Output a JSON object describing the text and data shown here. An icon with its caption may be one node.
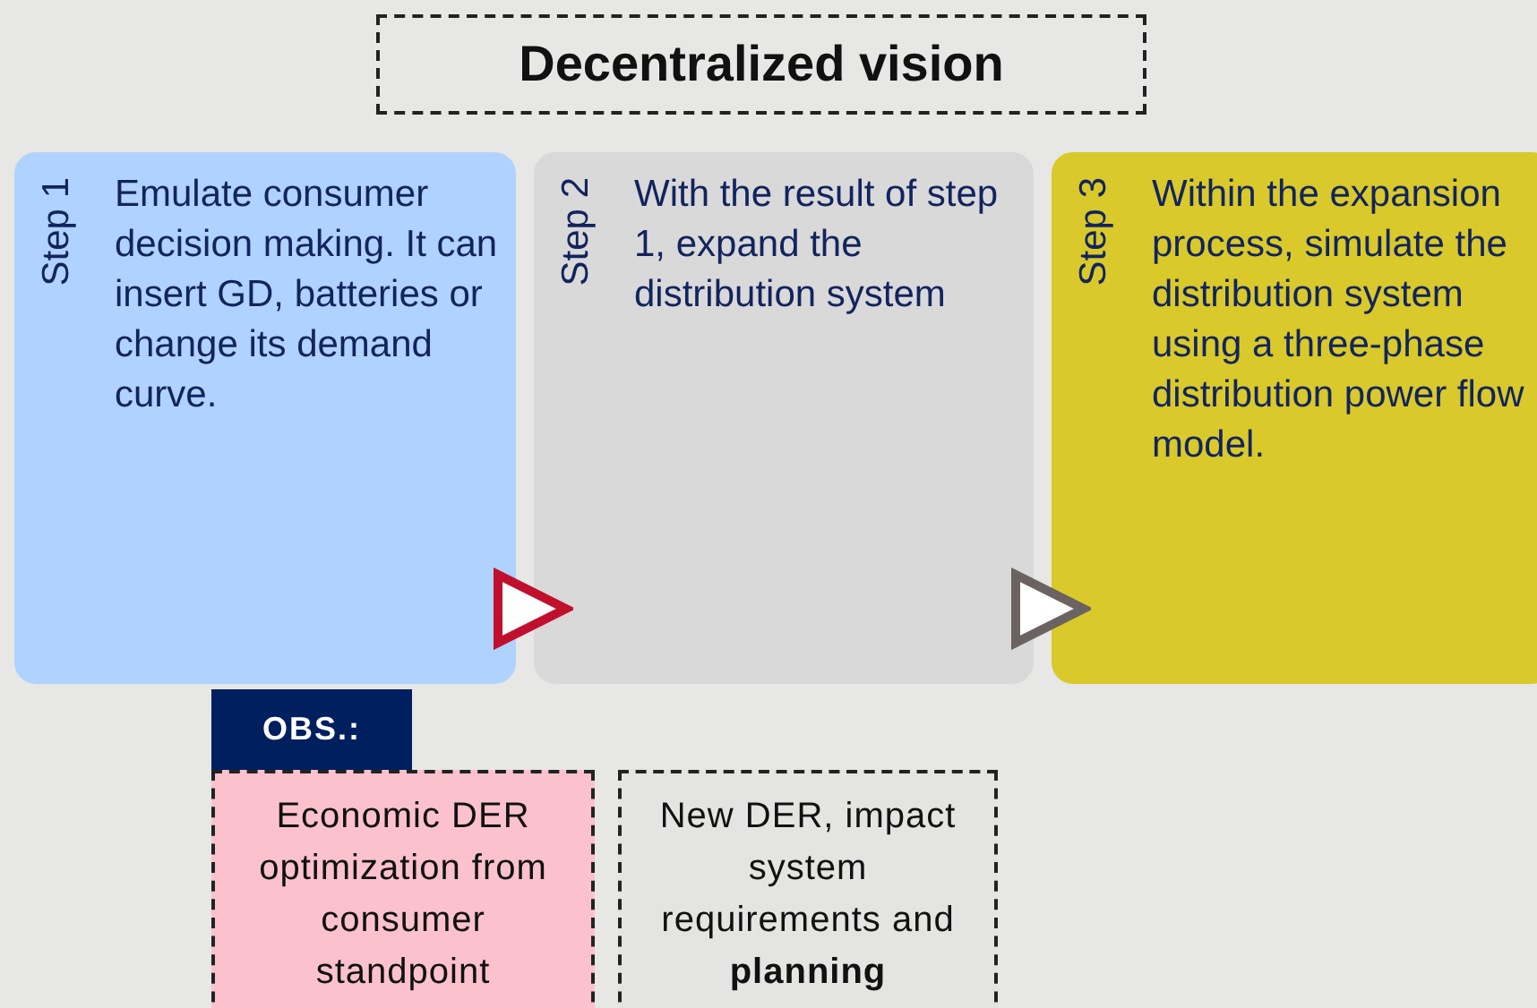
{
  "diagram": {
    "title": "Decentralized vision",
    "nodes": [
      {
        "text": [
          "Step 1",
          "Emulate consumer decision making. It can insert GD, batteries or change its demand curve."
        ]
      },
      {
        "text": [
          "Step 2",
          "With the result of step 1, expand the distribution system"
        ]
      },
      {
        "text": [
          "Step 3",
          "Within the expansion process, simulate the distribution system using a three-phase distribution power flow model."
        ]
      },
      {
        "text": [
          "OBS.:"
        ]
      },
      {
        "text": [
          "Economic DER optimization from consumer standpoint"
        ]
      },
      {
        "text": [
          "New DER, impact system requirements and **planning**"
        ]
      }
    ],
    "edges": [
      {
        "from": 0,
        "to": 1,
        "arrow": "to",
        "color": "#c0102e"
      },
      {
        "from": 1,
        "to": 2,
        "arrow": "to",
        "color": "#6b6362"
      }
    ]
  }
}
